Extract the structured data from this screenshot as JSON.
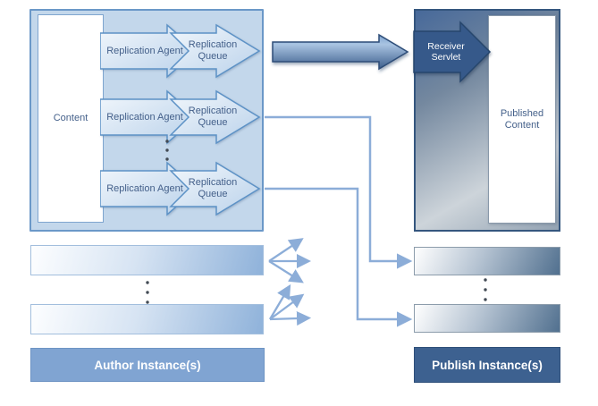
{
  "author": {
    "content_label": "Content",
    "rows": [
      {
        "agent": "Replication Agent",
        "queue": "Replication Queue"
      },
      {
        "agent": "Replication Agent",
        "queue": "Replication Queue"
      },
      {
        "agent": "Replication Agent",
        "queue": "Replication Queue"
      }
    ],
    "instances_label": "Author Instance(s)"
  },
  "publish": {
    "receiver_label": "Receiver Servlet",
    "published_label": "Published Content",
    "instances_label": "Publish Instance(s)"
  },
  "colors": {
    "canvas_bg": "#ffffff",
    "author_panel_bg": "#c3d7eb",
    "author_panel_border": "#6b98c8",
    "node_fill_start": "#f2f7fc",
    "node_fill_end": "#b9d1ea",
    "node_stroke": "#5d92c6",
    "node_text": "#44608a",
    "publish_panel_border": "#35567e",
    "publish_panel_grad_start": "#47699a",
    "publish_panel_grad_mid": "#cdd4da",
    "publish_panel_grad_end": "#93a3b3",
    "receiver_arrow_fill": "#36598a",
    "receiver_arrow_stroke": "#26466d",
    "big_arrow_top": "#7ea3cf",
    "big_arrow_bottom": "#3c5e8c",
    "big_arrow_stroke": "#2d4d78",
    "connector": "#8cadd8",
    "author_bar_bg": "#80a4d2",
    "publish_bar_bg": "#3d6190",
    "bar_text": "#ffffff",
    "dots": "#424a54"
  }
}
